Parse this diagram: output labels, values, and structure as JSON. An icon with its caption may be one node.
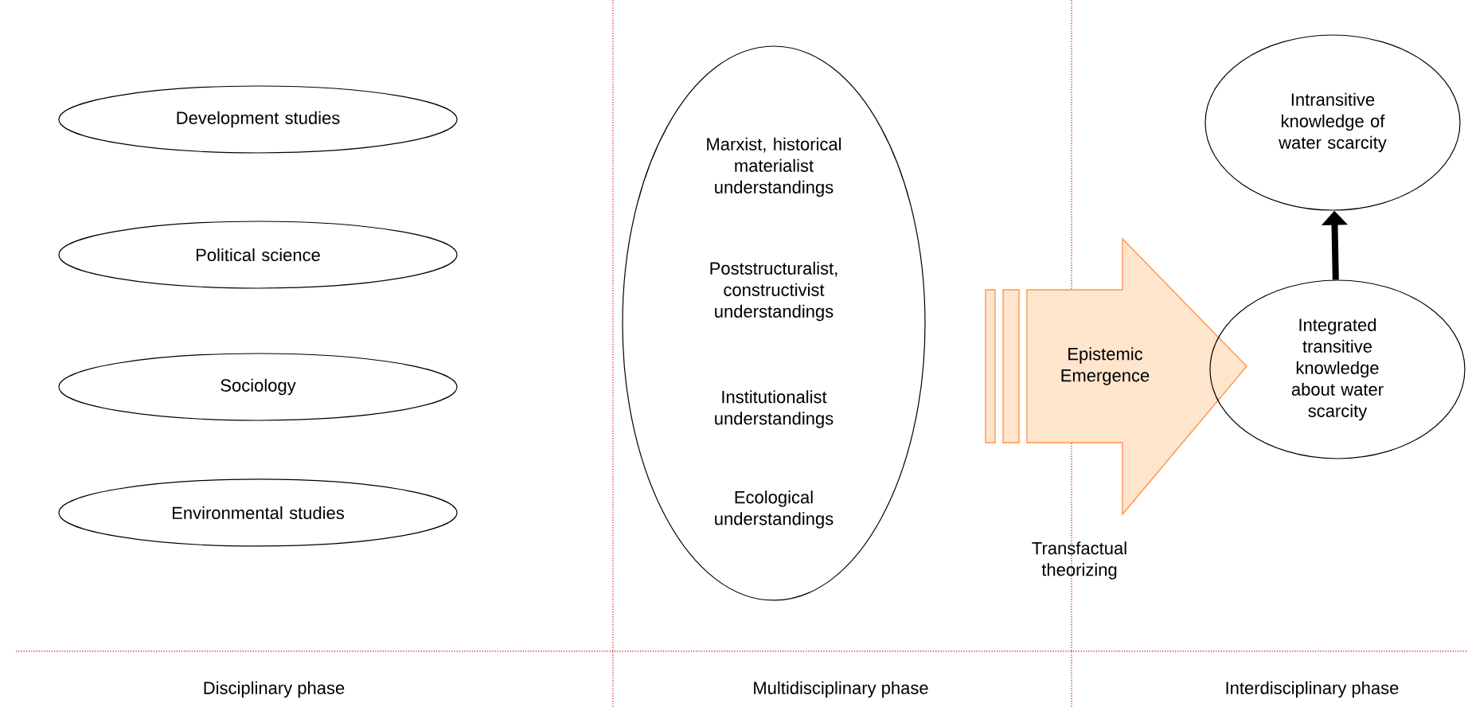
{
  "diagram": {
    "nodes": [
      {
        "text": [
          "Development studies"
        ]
      },
      {
        "text": [
          "Political science"
        ]
      },
      {
        "text": [
          "Sociology"
        ]
      },
      {
        "text": [
          "Environmental studies"
        ]
      },
      {
        "text": [
          "Marxist, historical materialist understandings",
          "Poststructuralist, constructivist understandings",
          "Institutionalist understandings",
          "Ecological understandings"
        ]
      },
      {
        "text": [
          "Epistemic Emergence"
        ],
        "beside": [
          "Transfactual theorizing"
        ]
      },
      {
        "text": [
          "Integrated transitive knowledge about water scarcity"
        ]
      },
      {
        "text": [
          "Intransitive knowledge of water scarcity"
        ]
      }
    ],
    "edges": [
      {
        "from": 6,
        "to": 7,
        "arrow": "to"
      }
    ],
    "labels": [
      "Disciplinary phase",
      "Multidisciplinary phase",
      "Interdisciplinary phase"
    ]
  }
}
